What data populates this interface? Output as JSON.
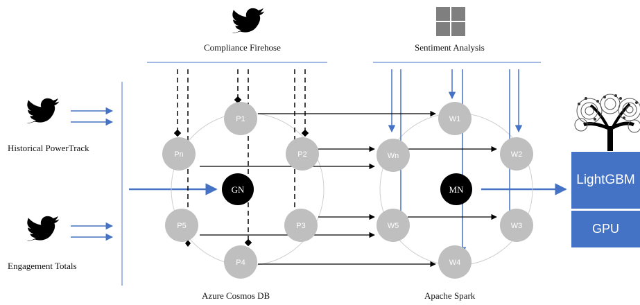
{
  "labels": {
    "compliance": "Compliance Firehose",
    "sentiment": "Sentiment Analysis",
    "historical": "Historical PowerTrack",
    "engagement": "Engagement Totals",
    "cosmos": "Azure Cosmos DB",
    "spark": "Apache Spark"
  },
  "nodes": {
    "p1": "P1",
    "p2": "P2",
    "p3": "P3",
    "p4": "P4",
    "p5": "P5",
    "pn": "Pn",
    "gn": "GN",
    "w1": "W1",
    "w2": "W2",
    "w3": "W3",
    "w4": "W4",
    "w5": "W5",
    "wn": "Wn",
    "mn": "MN"
  },
  "boxes": {
    "lightgbm": "LightGBM",
    "gpu": "GPU"
  },
  "icons": [
    "twitter-bird-icon",
    "windows-logo-icon",
    "fractal-tree-icon"
  ],
  "colors": {
    "node_gray": "#bfbfbf",
    "node_black": "#000000",
    "accent_blue": "#4472c4",
    "ring_gray": "#cfcfcf"
  }
}
